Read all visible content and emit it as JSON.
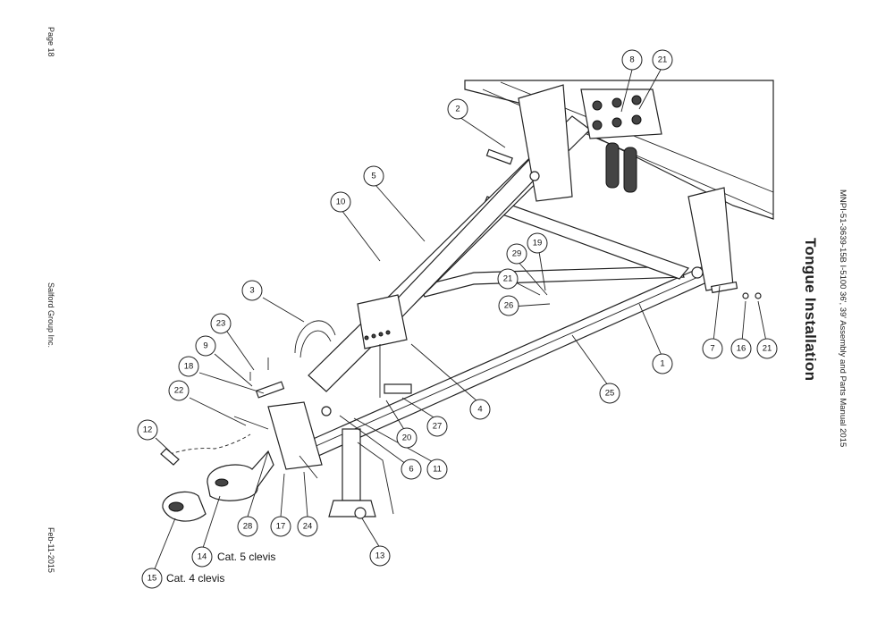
{
  "margin_left": {
    "page": "Page 18",
    "company": "Salford Group Inc.",
    "date": "Feb-11-2015"
  },
  "margin_right": {
    "manual": "MNPI-51-3639-15B I-5100 36', 39' Assembly and Parts Manual 2015",
    "title": "Tongue Installation"
  },
  "callouts": [
    "1",
    "2",
    "3",
    "4",
    "5",
    "6",
    "7",
    "8",
    "9",
    "10",
    "11",
    "12",
    "13",
    "14",
    "15",
    "16",
    "17",
    "18",
    "19",
    "20",
    "21",
    "21",
    "21",
    "22",
    "23",
    "24",
    "25",
    "26",
    "27",
    "28",
    "29"
  ],
  "captions": {
    "cat5": "Cat. 5 clevis",
    "cat4": "Cat. 4 clevis"
  }
}
